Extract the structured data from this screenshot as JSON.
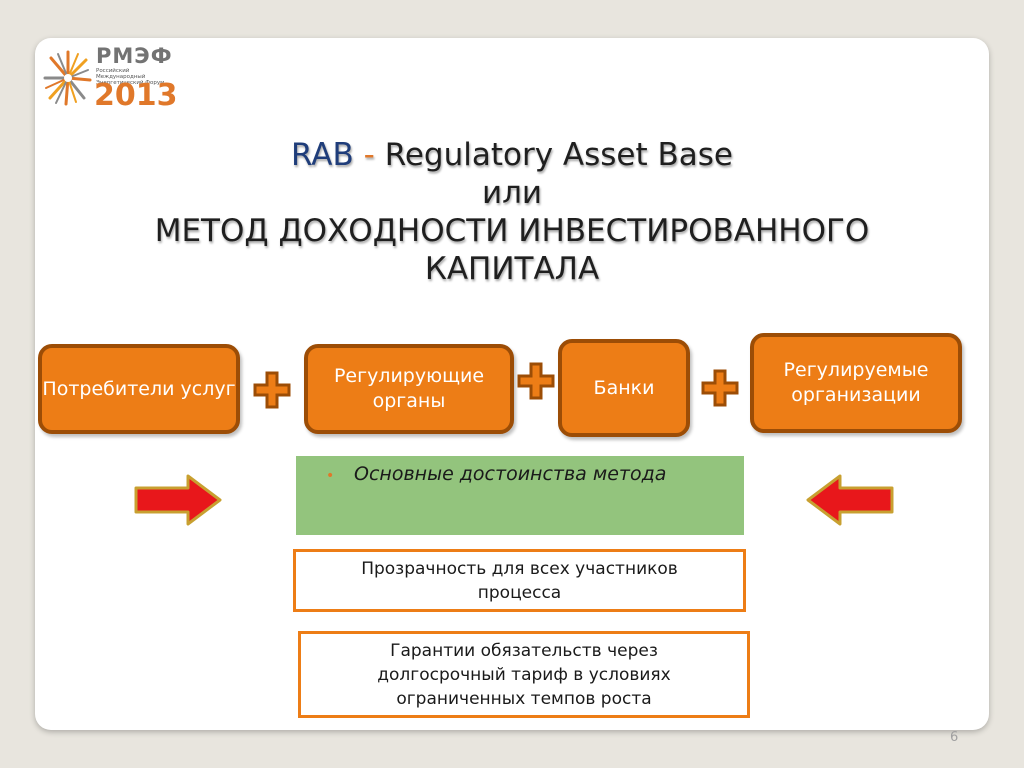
{
  "logo": {
    "name": "РМЭФ",
    "subtitle": "Российский Международный Энергетический Форум",
    "year": "2013"
  },
  "title": {
    "rab": "RAB",
    "dash": "-",
    "line1_rest": "Regulatory Asset Base",
    "line2": "или",
    "line3": "МЕТОД ДОХОДНОСТИ ИНВЕСТИРОВАННОГО",
    "line4": "КАПИТАЛА"
  },
  "participants": [
    {
      "label": "Потребители услуг"
    },
    {
      "label": "Регулирующие органы"
    },
    {
      "label": "Банки"
    },
    {
      "label": "Регулируемые организации"
    }
  ],
  "method": {
    "bullet": "•",
    "heading": "Основные достоинства метода"
  },
  "advantages": [
    {
      "text": "Прозрачность для всех участников процесса"
    },
    {
      "text": "Гарантии обязательств через долгосрочный тариф в условиях ограниченных темпов роста"
    }
  ],
  "page_number": "6",
  "colors": {
    "accent_orange": "#ed7d16",
    "border_brown": "#9c4d06",
    "green_panel": "#93c47d",
    "arrow_red": "#e8171b"
  },
  "icons": {
    "logo": "star-burst-icon",
    "plus": "plus-icon",
    "arrow_right": "arrow-right-icon",
    "arrow_left": "arrow-left-icon"
  }
}
